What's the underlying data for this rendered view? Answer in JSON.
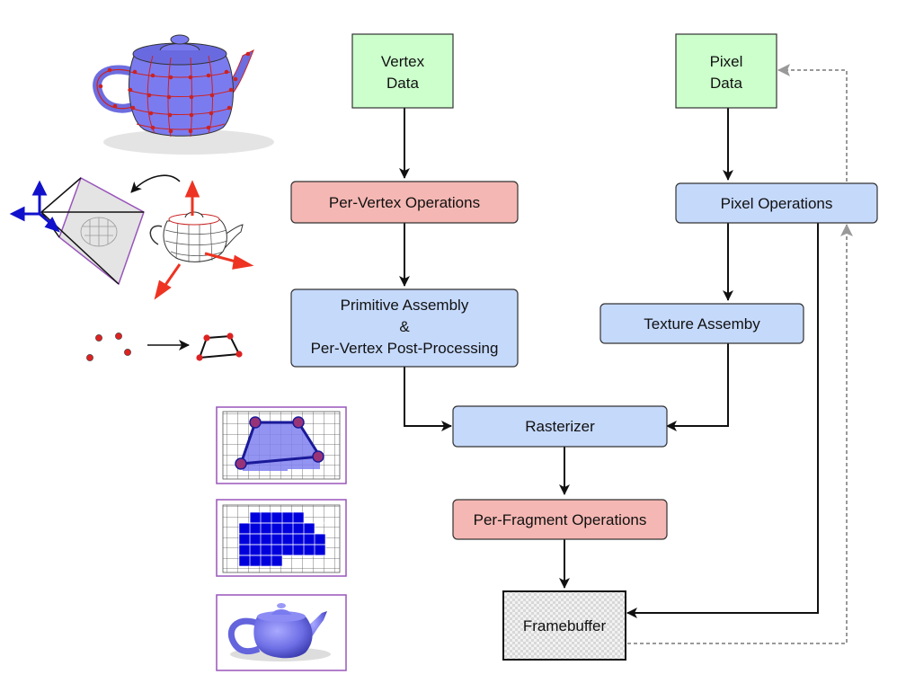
{
  "nodes": {
    "vertex_data": {
      "line1": "Vertex",
      "line2": "Data"
    },
    "pixel_data": {
      "line1": "Pixel",
      "line2": "Data"
    },
    "per_vertex_ops": {
      "label": "Per-Vertex Operations"
    },
    "pixel_ops": {
      "label": "Pixel Operations"
    },
    "primitive_assembly": {
      "line1": "Primitive Assembly",
      "line2": "&",
      "line3": "Per-Vertex Post-Processing"
    },
    "texture_assembly": {
      "label": "Texture Assemby"
    },
    "rasterizer": {
      "label": "Rasterizer"
    },
    "per_fragment_ops": {
      "label": "Per-Fragment Operations"
    },
    "framebuffer": {
      "label": "Framebuffer"
    }
  },
  "colors": {
    "data_fill": "#ccffcc",
    "op_red_fill": "#f4b7b3",
    "op_blue_fill": "#c5d9fb",
    "stroke": "#333333",
    "feedback_arrow": "#999999",
    "illustration_blue": "#7b7bf0",
    "grid_blue": "#0000dd",
    "frame_purple": "#9955bb",
    "vertex_red": "#dd2222"
  },
  "illustrations": [
    "teapot-wireframe-icon",
    "camera-frustum-transform-icon",
    "points-to-quad-icon",
    "rasterization-grid-icon",
    "filled-pixels-grid-icon",
    "shaded-teapot-icon"
  ]
}
